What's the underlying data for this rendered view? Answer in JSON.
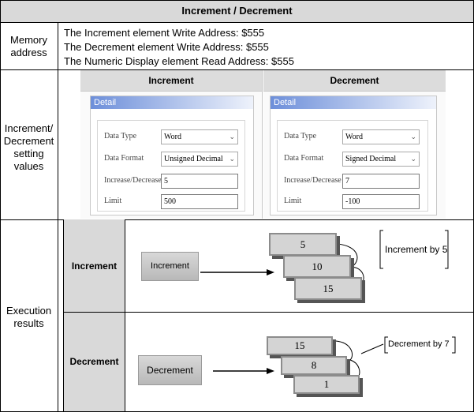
{
  "header": {
    "title": "Increment / Decrement"
  },
  "memory": {
    "label": "Memory\naddress",
    "lines": [
      "The Increment element Write Address: $555",
      "The Decrement element Write Address: $555",
      "The Numeric Display element Read Address: $555"
    ]
  },
  "settings": {
    "label": "Increment/\nDecrement\nsetting\nvalues",
    "increment": {
      "heading": "Increment",
      "panel_title": "Detail",
      "fields": {
        "data_type_label": "Data Type",
        "data_type": "Word",
        "data_format_label": "Data Format",
        "data_format": "Unsigned Decimal",
        "step_label": "Increase/Decrease",
        "step": "5",
        "limit_label": "Limit",
        "limit": "500"
      }
    },
    "decrement": {
      "heading": "Decrement",
      "panel_title": "Detail",
      "fields": {
        "data_type_label": "Data Type",
        "data_type": "Word",
        "data_format_label": "Data Format",
        "data_format": "Signed Decimal",
        "step_label": "Increase/Decrease",
        "step": "7",
        "limit_label": "Limit",
        "limit": "-100"
      }
    }
  },
  "execution": {
    "label": "Execution\nresults",
    "increment": {
      "row_label": "Increment",
      "button": "Increment",
      "values": [
        "5",
        "10",
        "15"
      ],
      "note": "Increment by 5"
    },
    "decrement": {
      "row_label": "Decrement",
      "button": "Decrement",
      "values": [
        "15",
        "8",
        "1"
      ],
      "note": "Decrement by 7"
    }
  }
}
